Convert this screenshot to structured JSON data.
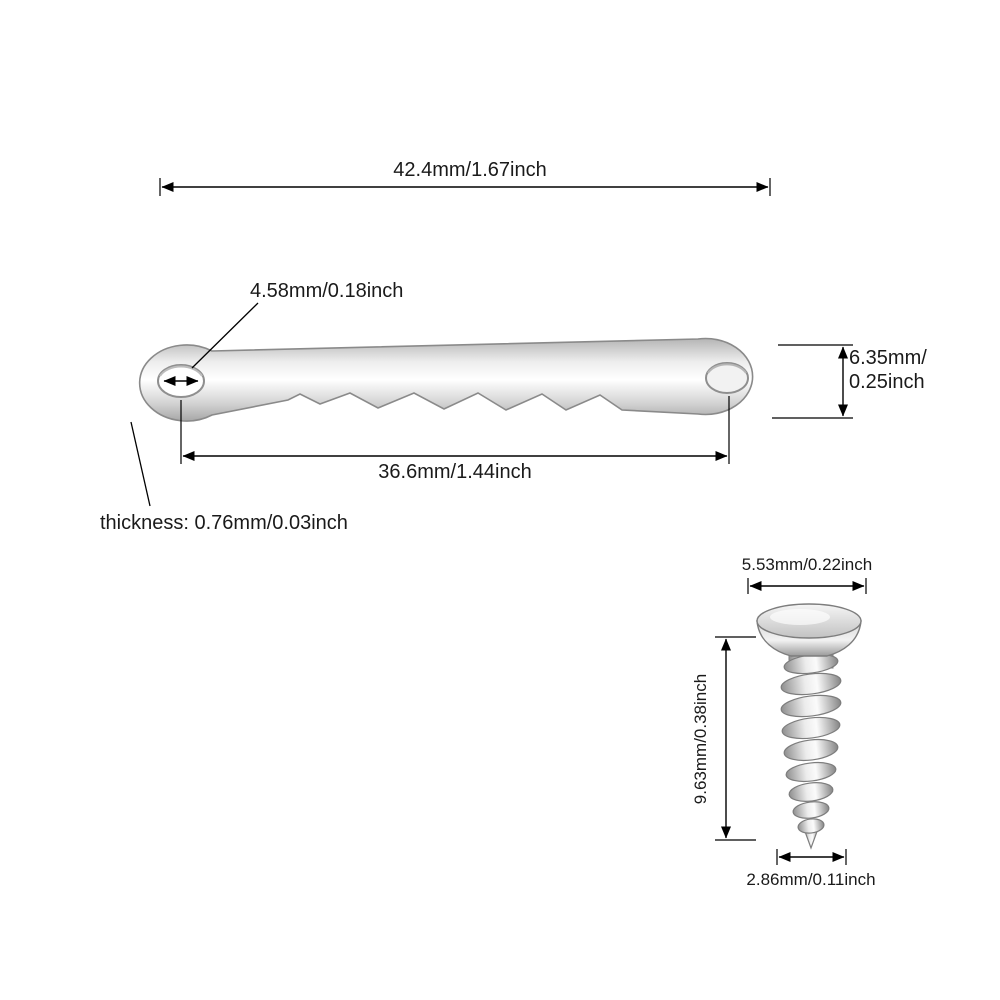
{
  "hanger": {
    "total_width": "42.4mm/1.67inch",
    "hole_diameter": "4.58mm/0.18inch",
    "height_line1": "6.35mm/",
    "height_line2": "0.25inch",
    "hole_spacing": "36.6mm/1.44inch",
    "thickness": "thickness:  0.76mm/0.03inch"
  },
  "screw": {
    "head_diameter": "5.53mm/0.22inch",
    "length": "9.63mm/0.38inch",
    "thread_diameter": "2.86mm/0.11inch"
  },
  "colors": {
    "dimension": "#000000",
    "metal_edge": "#8a8a8a"
  }
}
